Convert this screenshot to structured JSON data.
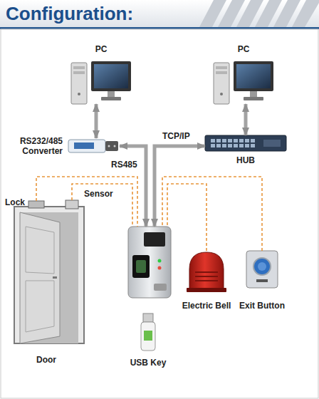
{
  "diagram": {
    "title": "Configuration:",
    "nodes": [
      {
        "text": [
          "PC"
        ]
      },
      {
        "text": [
          "PC"
        ]
      },
      {
        "text": [
          "RS232/485 Converter"
        ]
      },
      {
        "text": [
          "HUB"
        ]
      },
      {
        "text": [
          "Lock"
        ]
      },
      {
        "text": [
          "Sensor"
        ]
      },
      {
        "text": [
          "Door"
        ]
      },
      {
        "text": []
      },
      {
        "text": [
          "Electric Bell"
        ]
      },
      {
        "text": [
          "Exit Button"
        ]
      },
      {
        "text": [
          "USB Key"
        ]
      }
    ],
    "edges": [
      {
        "from": 0,
        "to": 2,
        "arrow": "both"
      },
      {
        "from": 1,
        "to": 3,
        "arrow": "both"
      },
      {
        "from": 2,
        "to": 7,
        "label": "RS485",
        "arrow": "both"
      },
      {
        "from": 3,
        "to": 7,
        "label": "TCP/IP",
        "arrow": "both"
      },
      {
        "from": 4,
        "to": 7,
        "arrow": "none"
      },
      {
        "from": 5,
        "to": 7,
        "arrow": "none"
      },
      {
        "from": 8,
        "to": 7,
        "arrow": "none"
      },
      {
        "from": 9,
        "to": 7,
        "arrow": "none"
      }
    ]
  }
}
